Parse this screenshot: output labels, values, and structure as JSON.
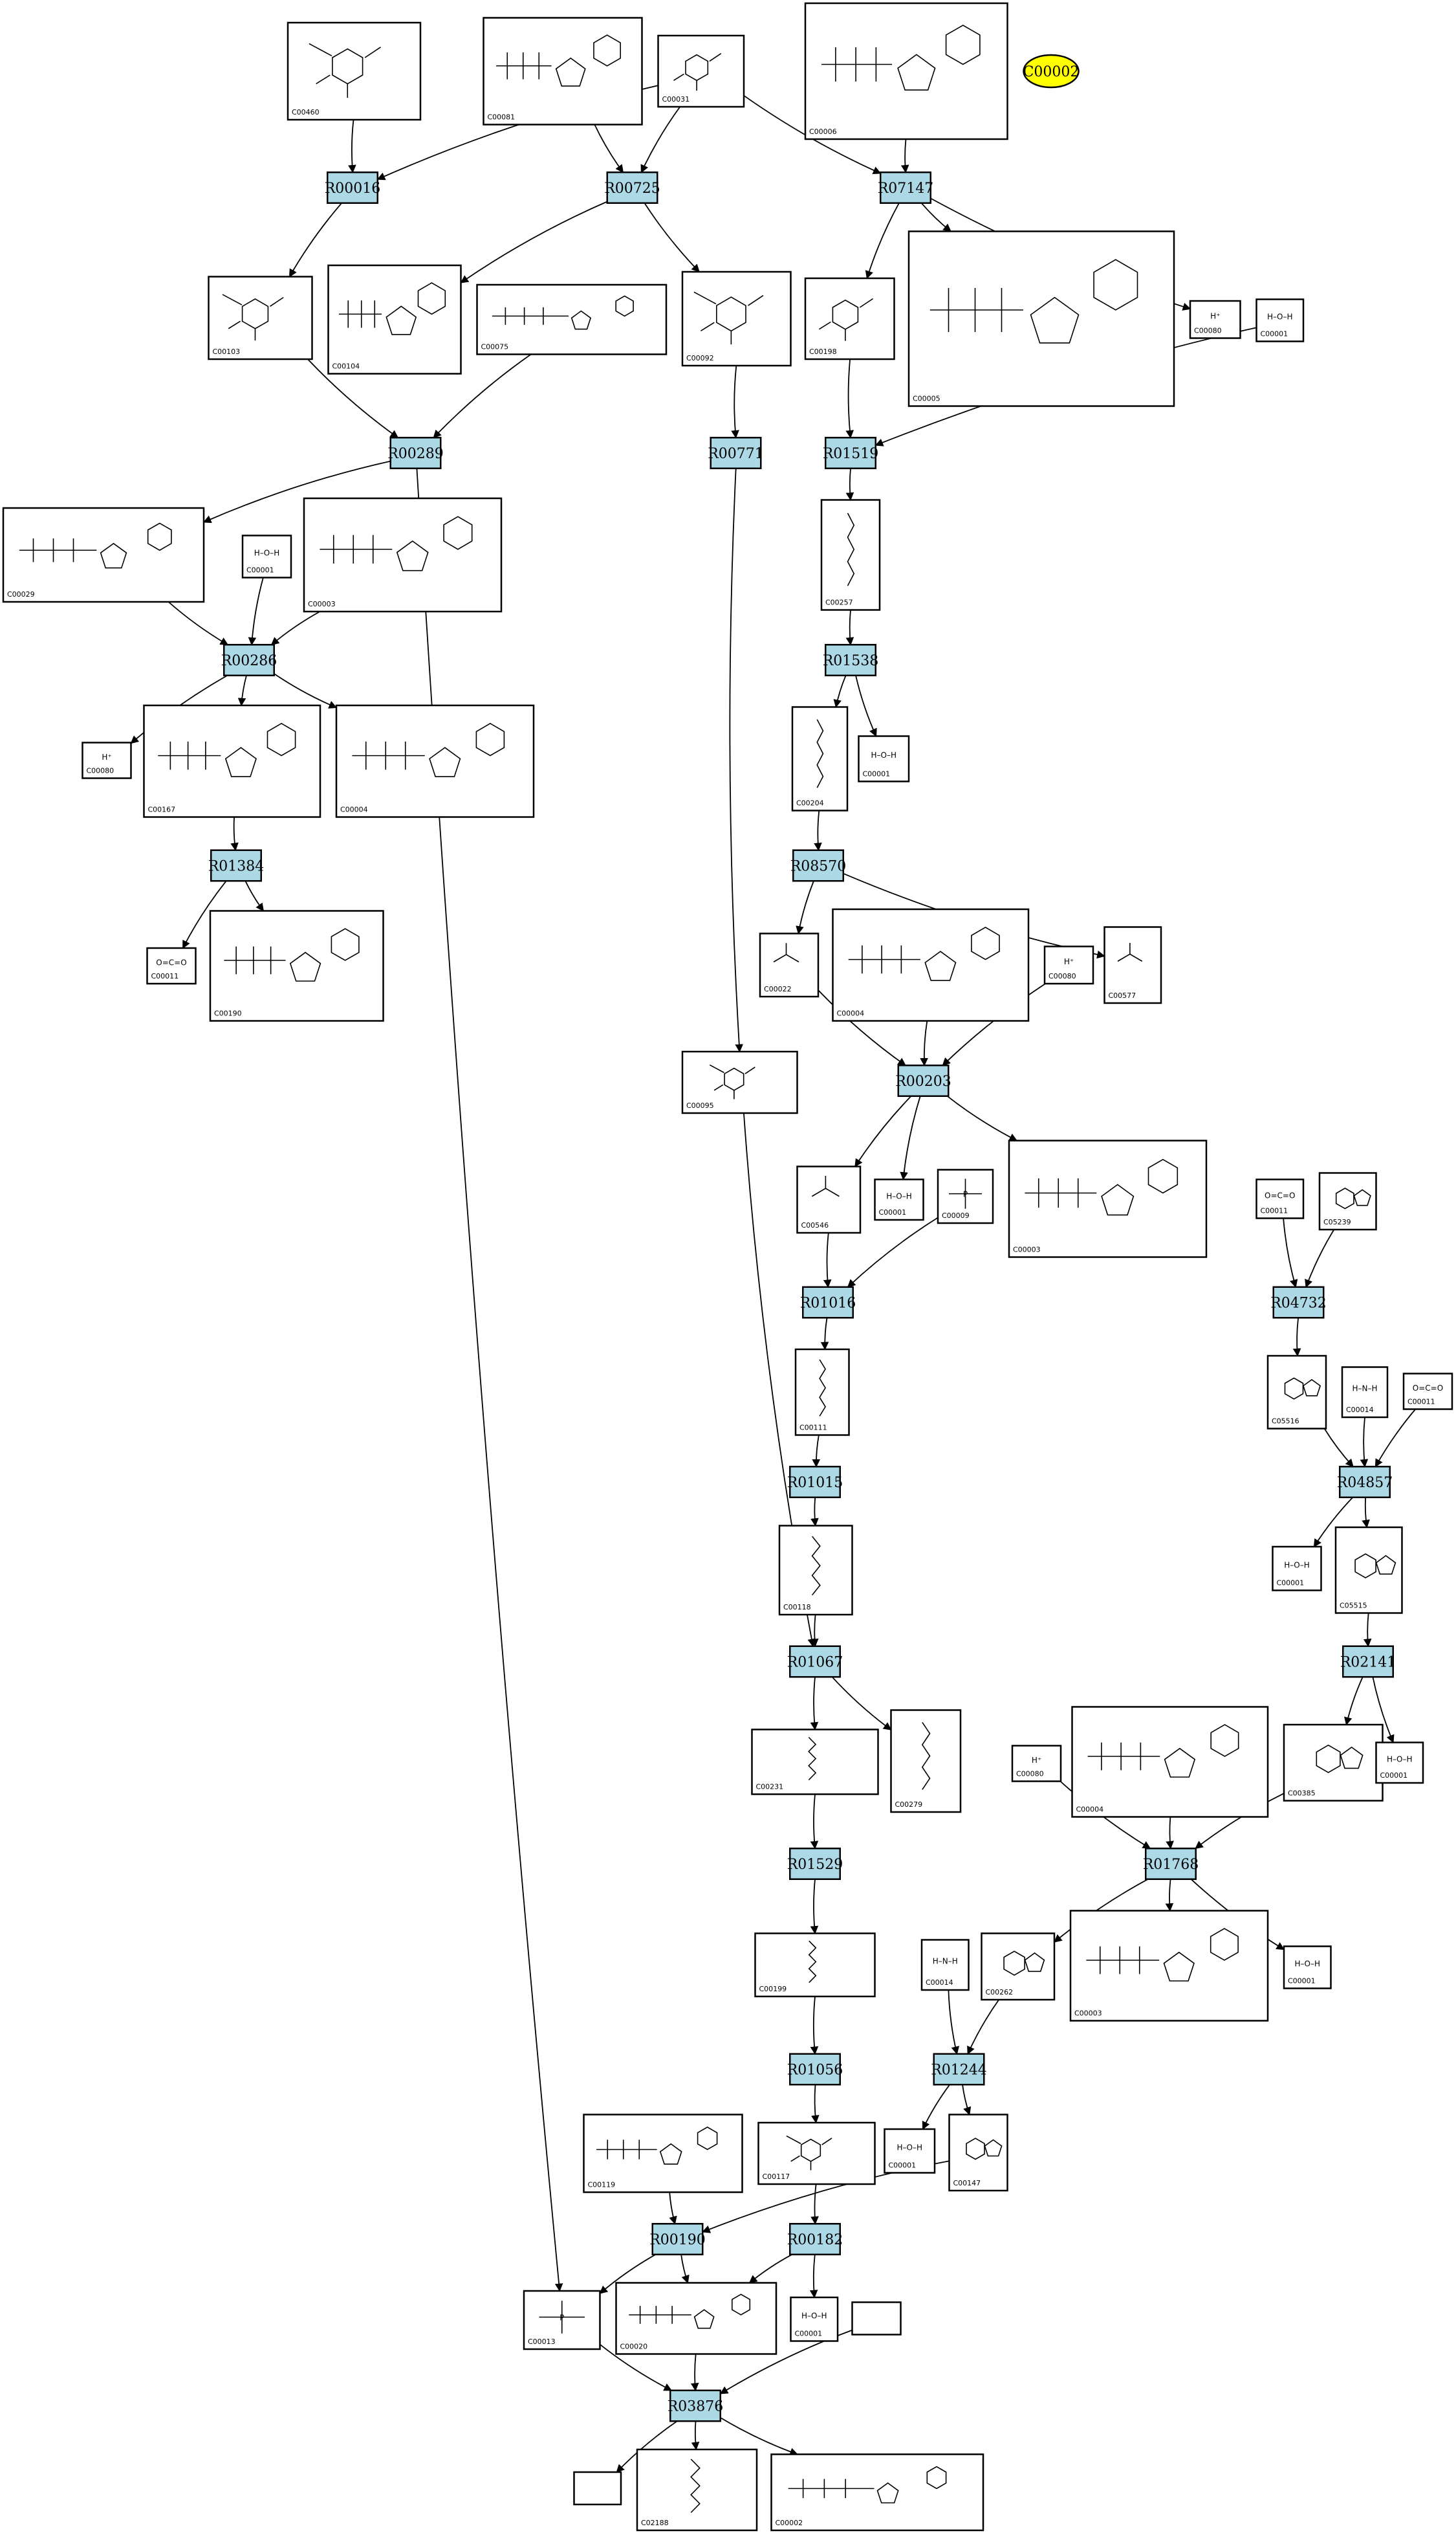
{
  "highlight": {
    "label": "C00002",
    "fill": "#ffff00"
  },
  "colors": {
    "reaction_fill": "#add8e6",
    "compound_fill": "#ffffff",
    "edge": "#000000"
  },
  "reactions": [
    {
      "id": "R00016",
      "label": "R00016"
    },
    {
      "id": "R00725",
      "label": "R00725"
    },
    {
      "id": "R07147",
      "label": "R07147"
    },
    {
      "id": "R00289",
      "label": "R00289"
    },
    {
      "id": "R00771",
      "label": "R00771"
    },
    {
      "id": "R01519",
      "label": "R01519"
    },
    {
      "id": "R00286",
      "label": "R00286"
    },
    {
      "id": "R01538",
      "label": "R01538"
    },
    {
      "id": "R01384",
      "label": "R01384"
    },
    {
      "id": "R08570",
      "label": "R08570"
    },
    {
      "id": "R00203",
      "label": "R00203"
    },
    {
      "id": "R04732",
      "label": "R04732"
    },
    {
      "id": "R01016",
      "label": "R01016"
    },
    {
      "id": "R04857",
      "label": "R04857"
    },
    {
      "id": "R01015",
      "label": "R01015"
    },
    {
      "id": "R01067",
      "label": "R01067"
    },
    {
      "id": "R02141",
      "label": "R02141"
    },
    {
      "id": "R01529",
      "label": "R01529"
    },
    {
      "id": "R01768",
      "label": "R01768"
    },
    {
      "id": "R01056",
      "label": "R01056"
    },
    {
      "id": "R01244",
      "label": "R01244"
    },
    {
      "id": "R00190",
      "label": "R00190"
    },
    {
      "id": "R00182",
      "label": "R00182"
    },
    {
      "id": "R03876",
      "label": "R03876"
    }
  ],
  "compounds": [
    {
      "id": "c1",
      "label": "C00460",
      "glyph": "sugar-phosphate"
    },
    {
      "id": "c2",
      "label": "C00081",
      "glyph": "nucleotide"
    },
    {
      "id": "c3",
      "label": "C00031",
      "glyph": "sugar"
    },
    {
      "id": "c4",
      "label": "C00006",
      "glyph": "nucleotide"
    },
    {
      "id": "c5",
      "label": "C00103",
      "glyph": "sugar-phosphate"
    },
    {
      "id": "c6",
      "label": "C00104",
      "glyph": "nucleotide"
    },
    {
      "id": "c7",
      "label": "C00075",
      "glyph": "nucleotide"
    },
    {
      "id": "c8",
      "label": "C00092",
      "glyph": "sugar-phosphate"
    },
    {
      "id": "c9",
      "label": "C00198",
      "glyph": "sugar"
    },
    {
      "id": "c10",
      "label": "C00005",
      "glyph": "nucleotide"
    },
    {
      "id": "c11",
      "label": "C00080",
      "glyph": "h-plus",
      "text": "H⁺"
    },
    {
      "id": "c12",
      "label": "C00001",
      "glyph": "water",
      "text": "H–O–H"
    },
    {
      "id": "c13",
      "label": "C00029",
      "glyph": "nucleotide"
    },
    {
      "id": "c14",
      "label": "C00001",
      "glyph": "water",
      "text": "H–O–H"
    },
    {
      "id": "c15",
      "label": "C00003",
      "glyph": "nucleotide"
    },
    {
      "id": "c16",
      "label": "C00257",
      "glyph": "chain"
    },
    {
      "id": "c17",
      "label": "C00080",
      "glyph": "h-plus",
      "text": "H⁺"
    },
    {
      "id": "c18",
      "label": "C00167",
      "glyph": "nucleotide"
    },
    {
      "id": "c19",
      "label": "C00004",
      "glyph": "nucleotide"
    },
    {
      "id": "c20",
      "label": "C00204",
      "glyph": "chain"
    },
    {
      "id": "c21",
      "label": "C00001",
      "glyph": "water",
      "text": "H–O–H"
    },
    {
      "id": "c22",
      "label": "C00011",
      "glyph": "small",
      "text": "O=C=O"
    },
    {
      "id": "c23",
      "label": "C00190",
      "glyph": "nucleotide"
    },
    {
      "id": "c24",
      "label": "C00022",
      "glyph": "small"
    },
    {
      "id": "c25",
      "label": "C00004",
      "glyph": "nucleotide"
    },
    {
      "id": "c26",
      "label": "C00080",
      "glyph": "h-plus",
      "text": "H⁺"
    },
    {
      "id": "c27",
      "label": "C00577",
      "glyph": "small"
    },
    {
      "id": "c28",
      "label": "C00095",
      "glyph": "sugar-phosphate"
    },
    {
      "id": "c29",
      "label": "C00546",
      "glyph": "small"
    },
    {
      "id": "c30",
      "label": "C00001",
      "glyph": "water",
      "text": "H–O–H"
    },
    {
      "id": "c31",
      "label": "C00009",
      "glyph": "phosphate"
    },
    {
      "id": "c32",
      "label": "C00003",
      "glyph": "nucleotide"
    },
    {
      "id": "c33",
      "label": "C00011",
      "glyph": "small",
      "text": "O=C=O"
    },
    {
      "id": "c34",
      "label": "C05239",
      "glyph": "ring"
    },
    {
      "id": "c35",
      "label": "C00111",
      "glyph": "chain"
    },
    {
      "id": "c36",
      "label": "C05516",
      "glyph": "ring"
    },
    {
      "id": "c37",
      "label": "C00014",
      "glyph": "ammonia",
      "text": "H–N–H"
    },
    {
      "id": "c38",
      "label": "C00011",
      "glyph": "small",
      "text": "O=C=O"
    },
    {
      "id": "c39",
      "label": "C00118",
      "glyph": "chain"
    },
    {
      "id": "c40",
      "label": "C00001",
      "glyph": "water",
      "text": "H–O–H"
    },
    {
      "id": "c41",
      "label": "C05515",
      "glyph": "ring"
    },
    {
      "id": "c42",
      "label": "C00231",
      "glyph": "chain"
    },
    {
      "id": "c43",
      "label": "C00279",
      "glyph": "chain"
    },
    {
      "id": "c44",
      "label": "C00004",
      "glyph": "nucleotide"
    },
    {
      "id": "c45",
      "label": "C00080",
      "glyph": "h-plus",
      "text": "H⁺"
    },
    {
      "id": "c46",
      "label": "C00385",
      "glyph": "ring"
    },
    {
      "id": "c47",
      "label": "C00001",
      "glyph": "water",
      "text": "H–O–H"
    },
    {
      "id": "c48",
      "label": "C00199",
      "glyph": "chain"
    },
    {
      "id": "c49",
      "label": "C00014",
      "glyph": "ammonia",
      "text": "H–N–H"
    },
    {
      "id": "c50",
      "label": "C00262",
      "glyph": "ring"
    },
    {
      "id": "c51",
      "label": "C00003",
      "glyph": "nucleotide"
    },
    {
      "id": "c52",
      "label": "C00001",
      "glyph": "water",
      "text": "H–O–H"
    },
    {
      "id": "c53",
      "label": "C00119",
      "glyph": "nucleotide"
    },
    {
      "id": "c54",
      "label": "C00117",
      "glyph": "sugar-phosphate"
    },
    {
      "id": "c55",
      "label": "C00001",
      "glyph": "water",
      "text": "H–O–H"
    },
    {
      "id": "c56",
      "label": "C00147",
      "glyph": "ring"
    },
    {
      "id": "c57",
      "label": "C00013",
      "glyph": "phosphate"
    },
    {
      "id": "c58",
      "label": "C00020",
      "glyph": "nucleotide"
    },
    {
      "id": "c59",
      "label": "C00001",
      "glyph": "water",
      "text": "H–O–H"
    },
    {
      "id": "c60",
      "label": "",
      "glyph": "empty"
    },
    {
      "id": "c61",
      "label": "",
      "glyph": "empty"
    },
    {
      "id": "c62",
      "label": "C02188",
      "glyph": "chain"
    },
    {
      "id": "c63",
      "label": "C00002",
      "glyph": "nucleotide"
    }
  ]
}
